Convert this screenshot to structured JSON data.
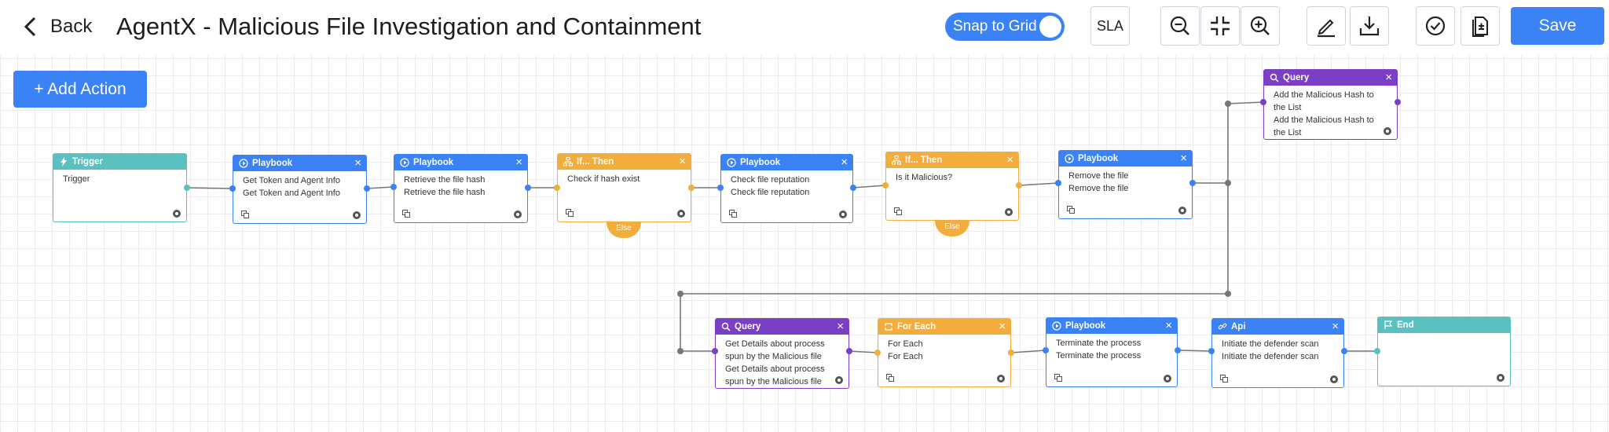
{
  "header": {
    "back_label": "Back",
    "title": "AgentX - Malicious File Investigation and Containment",
    "snap_label": "Snap to Grid",
    "sla_label": "SLA",
    "save_label": "Save",
    "snap_enabled": true
  },
  "canvas": {
    "add_action_label": "+ Add Action"
  },
  "nodes": {
    "trigger": {
      "type": "Trigger",
      "lines": [
        "Trigger"
      ]
    },
    "n1": {
      "type": "Playbook",
      "lines": [
        "Get Token and Agent Info",
        "Get Token and Agent Info"
      ]
    },
    "n2": {
      "type": "Playbook",
      "lines": [
        "Retrieve the file hash",
        "Retrieve the file hash"
      ]
    },
    "n3": {
      "type": "If... Then",
      "lines": [
        "Check if hash exist"
      ],
      "else": "Else"
    },
    "n4": {
      "type": "Playbook",
      "lines": [
        "Check file reputation",
        "Check file reputation"
      ]
    },
    "n5": {
      "type": "If... Then",
      "lines": [
        "Is it Malicious?"
      ],
      "else": "Else"
    },
    "n6": {
      "type": "Playbook",
      "lines": [
        "Remove the file",
        "Remove the file"
      ]
    },
    "n7": {
      "type": "Query",
      "lines": [
        "Add the Malicious Hash to the List",
        "Add the Malicious Hash to the List"
      ]
    },
    "n8": {
      "type": "Query",
      "lines": [
        "Get Details about process spun by the Malicious file",
        "Get Details about process spun by the Malicious file"
      ]
    },
    "n9": {
      "type": "For Each",
      "lines": [
        "For Each",
        "For Each"
      ]
    },
    "n10": {
      "type": "Playbook",
      "lines": [
        "Terminate the process",
        "Terminate the process"
      ]
    },
    "n11": {
      "type": "Api",
      "lines": [
        "Initiate the defender scan",
        "Initiate the defender scan"
      ]
    },
    "end": {
      "type": "End",
      "lines": []
    }
  },
  "colors": {
    "playbook": "#3b82f6",
    "trigger": "#5bc0c0",
    "if_then": "#f2ad3c",
    "query": "#7b3fc4",
    "for_each": "#f2ad3c",
    "api": "#3b82f6",
    "end": "#5bc0c0"
  }
}
